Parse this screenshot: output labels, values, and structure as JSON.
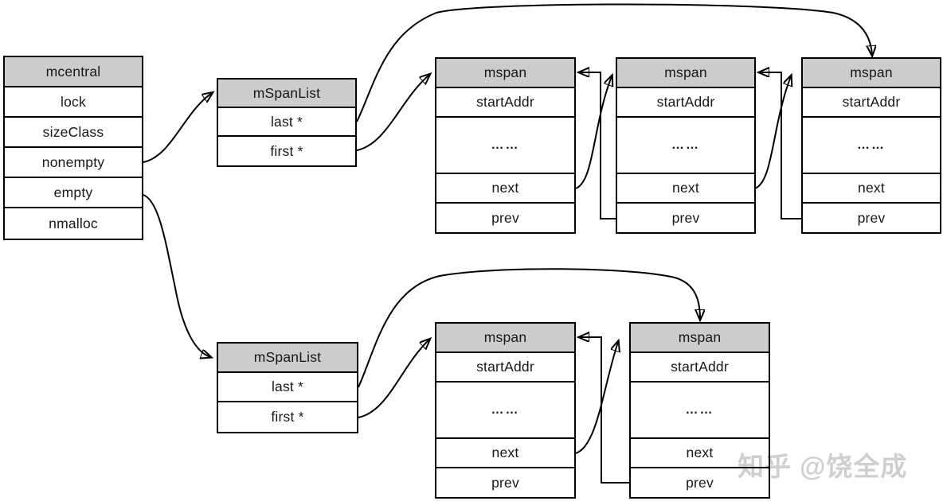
{
  "tables": {
    "mcentral": {
      "title": "mcentral",
      "rows": [
        "lock",
        "sizeClass",
        "nonempty",
        "empty",
        "nmalloc"
      ]
    },
    "mspanlist": {
      "title": "mSpanList",
      "rows": [
        "last *",
        "first *"
      ]
    },
    "mspan": {
      "title": "mspan",
      "rows": [
        "startAddr",
        "……",
        "next",
        "prev"
      ]
    }
  },
  "connections": [
    {
      "from": "mcentral.nonempty",
      "to": "mSpanList(top).header"
    },
    {
      "from": "mcentral.empty",
      "to": "mSpanList(bottom).header"
    },
    {
      "from": "mSpanList(top).first *",
      "to": "mspan(top,1).header"
    },
    {
      "from": "mSpanList(top).last *",
      "to": "mspan(top,3).header"
    },
    {
      "from": "mspan(top,1).next",
      "to": "mspan(top,2).header"
    },
    {
      "from": "mspan(top,2).prev",
      "to": "mspan(top,1).header"
    },
    {
      "from": "mspan(top,2).next",
      "to": "mspan(top,3).header"
    },
    {
      "from": "mspan(top,3).prev",
      "to": "mspan(top,2).header"
    },
    {
      "from": "mSpanList(bottom).first *",
      "to": "mspan(bottom,1).header"
    },
    {
      "from": "mSpanList(bottom).last *",
      "to": "mspan(bottom,2).header"
    },
    {
      "from": "mspan(bottom,1).next",
      "to": "mspan(bottom,2).header"
    },
    {
      "from": "mspan(bottom,2).prev",
      "to": "mspan(bottom,1).header"
    }
  ],
  "watermark": "知乎 @饶全成",
  "colors": {
    "header_fill": "#cccccc",
    "border": "#000000",
    "background": "#ffffff",
    "watermark": "#cfcfcf"
  }
}
